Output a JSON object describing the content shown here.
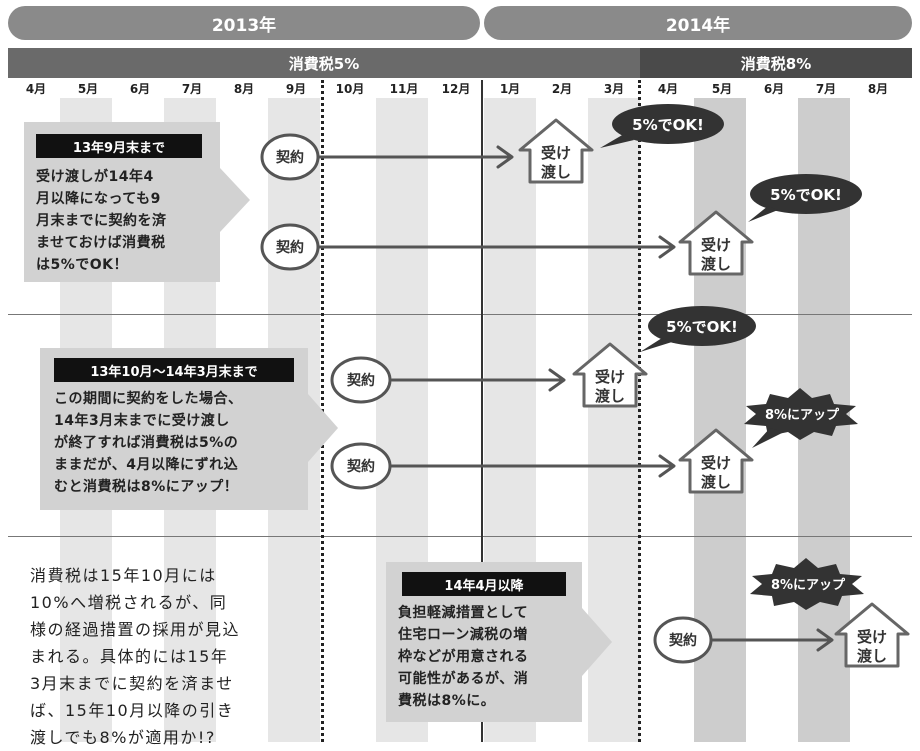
{
  "years": [
    "2013年",
    "2014年"
  ],
  "tax_bands": [
    "消費税5%",
    "消費税8%"
  ],
  "months": [
    "4月",
    "5月",
    "6月",
    "7月",
    "8月",
    "9月",
    "10月",
    "11月",
    "12月",
    "1月",
    "2月",
    "3月",
    "4月",
    "5月",
    "6月",
    "7月",
    "8月"
  ],
  "sections": [
    {
      "tag": "13年9月末まで",
      "text_lines": [
        "受け渡しが14年4",
        "月以降になっても9",
        "月末までに契約を済",
        "ませておけば消費税",
        "は5%でOK！"
      ]
    },
    {
      "tag": "13年10月～14年3月末まで",
      "text_lines": [
        "この期間に契約をした場合、",
        "14年3月末までに受け渡し",
        "が終了すれば消費税は5%の",
        "ままだが、4月以降にずれ込",
        "むと消費税は8%にアップ！"
      ]
    },
    {
      "tag": "14年4月以降",
      "text_lines": [
        "負担軽減措置として",
        "住宅ローン減税の増",
        "枠などが用意される",
        "可能性があるが、消",
        "費税は8%に。"
      ]
    }
  ],
  "note_lines": [
    "消費税は15年10月には",
    "10%へ増税されるが、同",
    "様の経過措置の採用が見込",
    "まれる。具体的には15年",
    "3月末までに契約を済ませ",
    "ば、15年10月以降の引き",
    "渡しでも8%が適用か!?"
  ],
  "labels": {
    "contract": "契約",
    "handover_top": "受け",
    "handover_bottom": "渡し",
    "ok5": "5%でOK!",
    "up8": "8%にアップ"
  }
}
